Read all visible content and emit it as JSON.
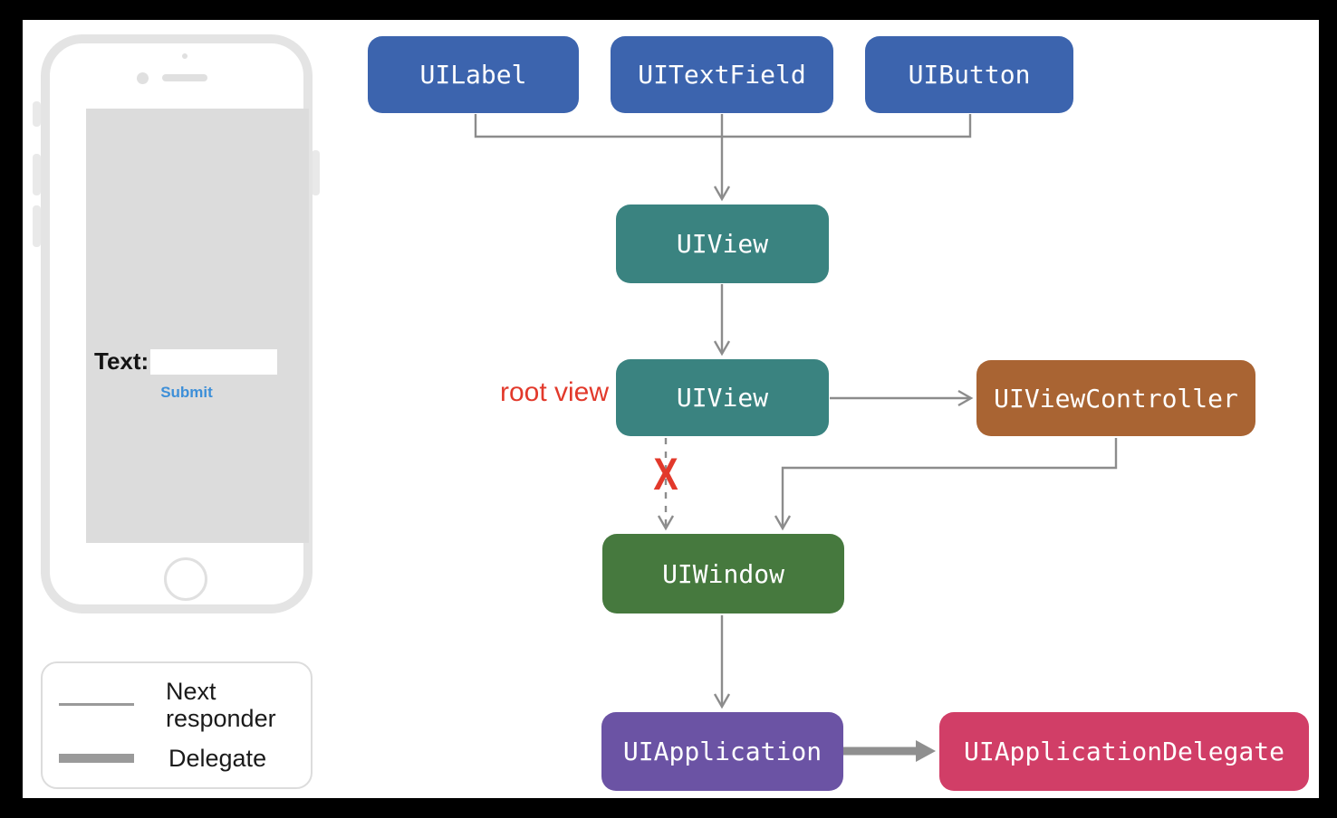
{
  "diagram": {
    "nodes": {
      "uilabel": {
        "label": "UILabel",
        "color": "#3C64AE"
      },
      "uitextfield": {
        "label": "UITextField",
        "color": "#3C64AE"
      },
      "uibutton": {
        "label": "UIButton",
        "color": "#3C64AE"
      },
      "uiview_top": {
        "label": "UIView",
        "color": "#3A8380"
      },
      "uiview_root": {
        "label": "UIView",
        "color": "#3A8380"
      },
      "uiviewcontroller": {
        "label": "UIViewController",
        "color": "#A96433"
      },
      "uiwindow": {
        "label": "UIWindow",
        "color": "#46793E"
      },
      "uiapplication": {
        "label": "UIApplication",
        "color": "#6B53A4"
      },
      "uiapplicationdelegate": {
        "label": "UIApplicationDelegate",
        "color": "#D13E67"
      }
    },
    "annotations": {
      "root_view_label": "root view",
      "blocked_marker": "X",
      "annotation_color": "#E2392B"
    },
    "connector_color": "#8C8C8C"
  },
  "legend": {
    "next_responder_label": "Next responder",
    "delegate_label": "Delegate",
    "line_color": "#9A9A9A"
  },
  "phone": {
    "text_label": "Text:",
    "input_value": "",
    "submit_label": "Submit",
    "submit_color": "#3D8FD8"
  }
}
